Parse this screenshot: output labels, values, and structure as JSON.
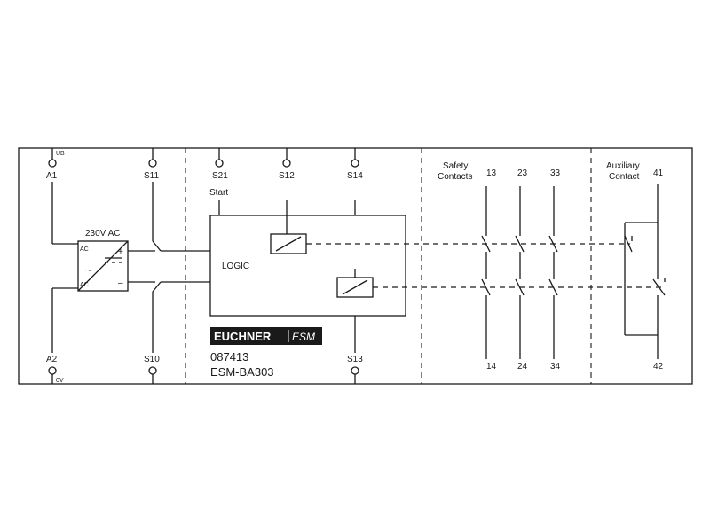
{
  "terminals": {
    "ub": "UB",
    "a1": "A1",
    "s11": "S11",
    "s21": "S21",
    "s12": "S12",
    "s14": "S14",
    "a2": "A2",
    "zero_v": "0V",
    "s10": "S10",
    "s13": "S13"
  },
  "labels": {
    "start": "Start",
    "logic": "LOGIC",
    "supply": "230V AC",
    "ac_top": "AC",
    "ac_bottom": "AC",
    "plus": "+",
    "minus": "–",
    "safety_contacts": [
      "Safety",
      "Contacts"
    ],
    "auxiliary_contact": [
      "Auxiliary",
      "Contact"
    ]
  },
  "contacts": {
    "top": [
      "13",
      "23",
      "33"
    ],
    "bottom": [
      "14",
      "24",
      "34"
    ],
    "aux_top": "41",
    "aux_bottom": "42"
  },
  "device": {
    "brand": "EUCHNER",
    "product_line": "ESM",
    "order_number": "087413",
    "model": "ESM-BA303"
  }
}
